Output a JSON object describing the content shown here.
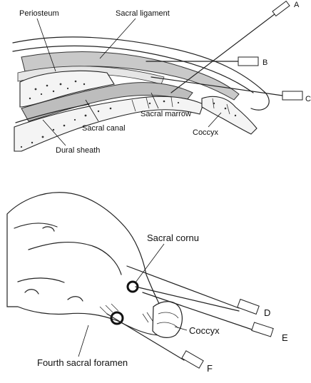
{
  "top_panel": {
    "labels": {
      "periosteum": "Periosteum",
      "sacral_ligament": "Sacral ligament",
      "sacral_marrow": "Sacral marrow",
      "sacral_canal": "Sacral canal",
      "dural_sheath": "Dural sheath",
      "coccyx": "Coccyx"
    },
    "needles": {
      "a": "A",
      "b": "B",
      "c": "C"
    }
  },
  "bottom_panel": {
    "labels": {
      "sacral_cornu": "Sacral cornu",
      "coccyx": "Coccyx",
      "fourth_sacral_foramen": "Fourth sacral foramen"
    },
    "needles": {
      "d": "D",
      "e": "E",
      "f": "F"
    }
  }
}
